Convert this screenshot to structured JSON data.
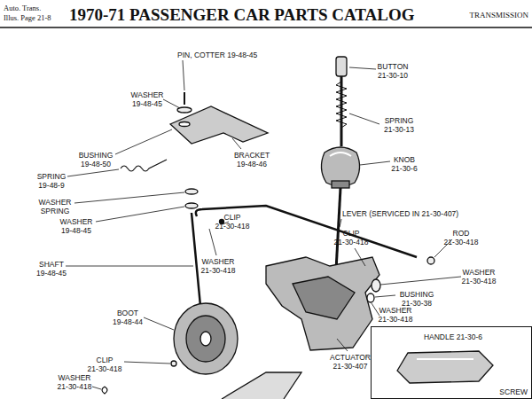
{
  "diagram": {
    "title": "1970-71 PASSENGER CAR PARTS CATALOG",
    "nodes": [
      {
        "text": [
          "HANDLE 21-30-6",
          "SCREW"
        ]
      }
    ],
    "labels": [
      "Auto. Trans.",
      "Illus. Page 21-8",
      "TRANSMISSION",
      "BUTTON",
      "21-30-10",
      "PIN, COTTER 19-48-45",
      "WASHER",
      "19-48-45",
      "SPRING",
      "21-30-13",
      "BUSHING",
      "19-48-50",
      "BRACKET",
      "19-48-46",
      "KNOB",
      "21-30-6",
      "SPRING",
      "19-48-9",
      "WASHER",
      "SPRING",
      "LEVER (SERVICED IN 21-30-407)",
      "WASHER",
      "19-48-45",
      "CLIP",
      "21-30-418",
      "CLIP",
      "21-30-418",
      "ROD",
      "21-30-418",
      "WASHER",
      "21-30-418",
      "SHAFT",
      "19-48-45",
      "WASHER",
      "21-30-418",
      "BUSHING",
      "21-30-38",
      "BOOT",
      "19-48-44",
      "WASHER",
      "21-30-418",
      "ACTUATOR",
      "21-30-407",
      "CLIP",
      "21-30-418",
      "WASHER",
      "21-30-418"
    ]
  }
}
